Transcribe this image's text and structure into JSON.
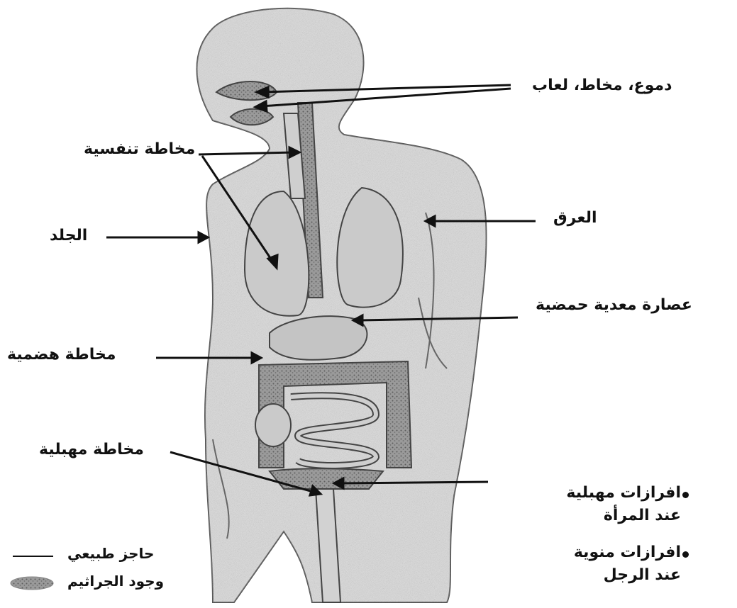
{
  "labels": {
    "tears_mucus_saliva": "دموع، مخاط، لعاب",
    "respiratory_mucosa": "مخاطة تنفسية",
    "skin": "الجلد",
    "sweat": "العرق",
    "gastric_juice": "عصارة معدية حمضية",
    "digestive_mucosa": "مخاطة هضمية",
    "vaginal_mucosa": "مخاطة مهبلية"
  },
  "secretions": [
    {
      "text": "افرازات مهبلية عند المرأة"
    },
    {
      "text": "افرازات منوية عند الرجل"
    }
  ],
  "legend": {
    "natural_barrier": "حاجز طبيعي",
    "germs_presence": "وجود الجراثيم"
  },
  "colors": {
    "background": "#ffffff",
    "ink": "#111111",
    "body_fill": "#d9d9d9",
    "organ_fill": "#c4c4c4",
    "germ_fill": "#8f8f8f"
  }
}
